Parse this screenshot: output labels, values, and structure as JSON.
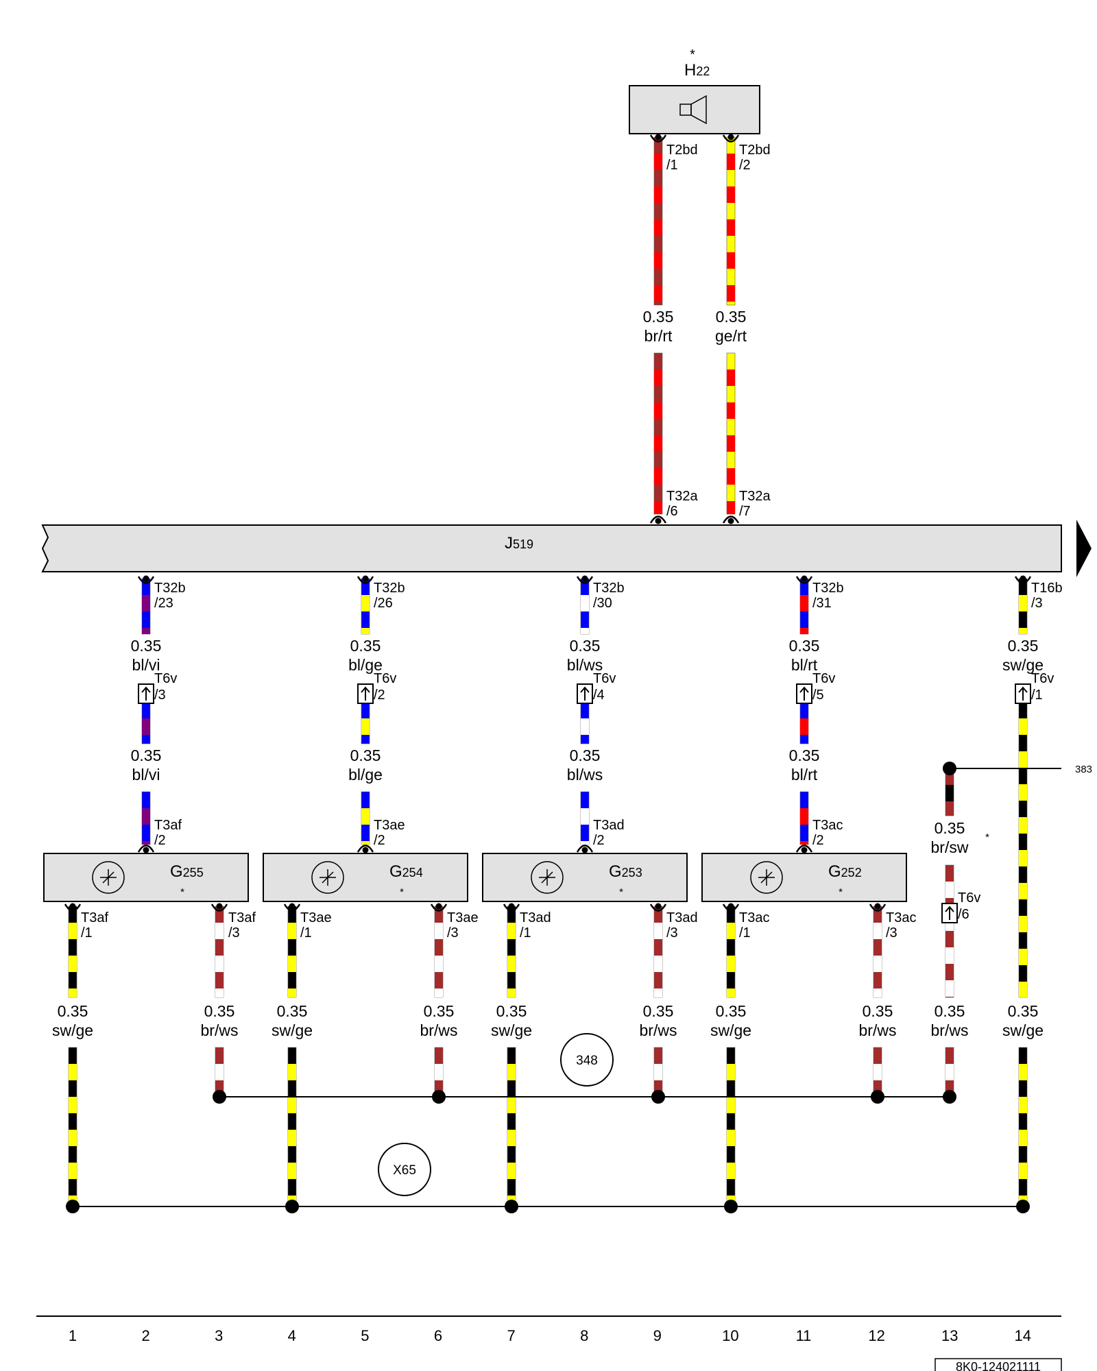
{
  "speaker": {
    "letter": "H",
    "number": "22",
    "asterisk": "*"
  },
  "control_unit": {
    "letter": "J",
    "number": "519"
  },
  "sensors": [
    {
      "letter": "G",
      "number": "255",
      "asterisk": "*"
    },
    {
      "letter": "G",
      "number": "254",
      "asterisk": "*"
    },
    {
      "letter": "G",
      "number": "253",
      "asterisk": "*"
    },
    {
      "letter": "G",
      "number": "252",
      "asterisk": "*"
    }
  ],
  "wire_gauge": "0.35",
  "speaker_wires": [
    {
      "top_conn": "T2bd",
      "top_pin": "/1",
      "color": "br/rt",
      "bottom_conn": "T32a",
      "bottom_pin": "/6",
      "colors": [
        "#a52a2a",
        "#ff0000"
      ]
    },
    {
      "top_conn": "T2bd",
      "top_pin": "/2",
      "color": "ge/rt",
      "bottom_conn": "T32a",
      "bottom_pin": "/7",
      "colors": [
        "#ffff00",
        "#ff0000"
      ]
    }
  ],
  "lower_wires": [
    {
      "j_conn": "T32b",
      "j_pin": "/23",
      "color": "bl/vi",
      "t6v_pin": "/3",
      "s_conn": "T3af",
      "s_pin": "/2",
      "colors": [
        "#0000ff",
        "#800080"
      ]
    },
    {
      "j_conn": "T32b",
      "j_pin": "/26",
      "color": "bl/ge",
      "t6v_pin": "/2",
      "s_conn": "T3ae",
      "s_pin": "/2",
      "colors": [
        "#0000ff",
        "#ffff00"
      ]
    },
    {
      "j_conn": "T32b",
      "j_pin": "/30",
      "color": "bl/ws",
      "t6v_pin": "/4",
      "s_conn": "T3ad",
      "s_pin": "/2",
      "colors": [
        "#0000ff",
        "#ffffff"
      ]
    },
    {
      "j_conn": "T32b",
      "j_pin": "/31",
      "color": "bl/rt",
      "t6v_pin": "/5",
      "s_conn": "T3ac",
      "s_pin": "/2",
      "colors": [
        "#0000ff",
        "#ff0000"
      ]
    }
  ],
  "t6v": "T6v",
  "ground_wire": {
    "j_conn": "T16b",
    "j_pin": "/3",
    "color": "sw/ge",
    "t6v_pin": "/1",
    "colors": [
      "#000000",
      "#ffff00"
    ]
  },
  "sensor_pins": [
    {
      "conn": "T3af",
      "pin1": "/1",
      "pin3": "/3"
    },
    {
      "conn": "T3ae",
      "pin1": "/1",
      "pin3": "/3"
    },
    {
      "conn": "T3ad",
      "pin1": "/1",
      "pin3": "/3"
    },
    {
      "conn": "T3ac",
      "pin1": "/1",
      "pin3": "/3"
    }
  ],
  "bottom_colors": {
    "sw_ge": "sw/ge",
    "br_ws": "br/ws"
  },
  "wire_colors": {
    "sw_ge": [
      "#000000",
      "#ffff00"
    ],
    "br_ws": [
      "#a52a2a",
      "#ffffff"
    ],
    "br_sw": [
      "#a52a2a",
      "#000000"
    ]
  },
  "branch_wire": {
    "color": "br/sw",
    "asterisk": "*",
    "t6v_pin": "/6",
    "reference": "383"
  },
  "junctions": {
    "bus": "348",
    "ground": "X65"
  },
  "columns": [
    "1",
    "2",
    "3",
    "4",
    "5",
    "6",
    "7",
    "8",
    "9",
    "10",
    "11",
    "12",
    "13",
    "14"
  ],
  "doc_id": "8K0-124021111"
}
